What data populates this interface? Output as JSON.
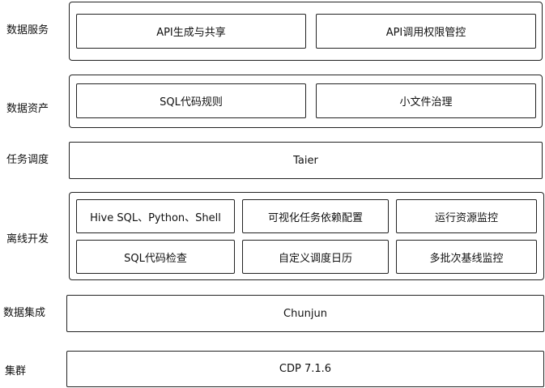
{
  "layers": [
    {
      "label": "数据服务",
      "items": [
        "API生成与共享",
        "API调用权限管控"
      ]
    },
    {
      "label": "数据资产",
      "items": [
        "SQL代码规则",
        "小文件治理"
      ]
    },
    {
      "label": "任务调度",
      "items": [
        "Taier"
      ]
    },
    {
      "label": "离线开发",
      "items": [
        "Hive SQL、Python、Shell",
        "可视化任务依赖配置",
        "运行资源监控",
        "SQL代码检查",
        "自定义调度日历",
        "多批次基线监控"
      ]
    },
    {
      "label": "数据集成",
      "items": [
        "Chunjun"
      ]
    },
    {
      "label": "集群",
      "items": [
        "CDP 7.1.6"
      ]
    }
  ]
}
